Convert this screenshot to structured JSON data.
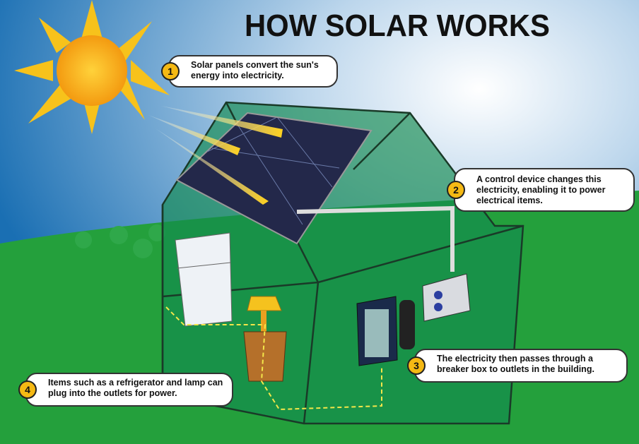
{
  "title": "HOW SOLAR WORKS",
  "steps": [
    {
      "number": "1",
      "text": "Solar panels convert the sun's energy into electricity."
    },
    {
      "number": "2",
      "text": "A control device changes this electricity, enabling it to power electrical items."
    },
    {
      "number": "3",
      "text": "The electricity then passes through a breaker box to outlets in the building."
    },
    {
      "number": "4",
      "text": "Items such as a refrigerator and lamp can plug into the outlets for power."
    }
  ],
  "colors": {
    "sky": "#1f76b8",
    "grass": "#1f9a3a",
    "house": "#138a4e",
    "sun": "#f7c21b",
    "accent": "#f5b914"
  }
}
